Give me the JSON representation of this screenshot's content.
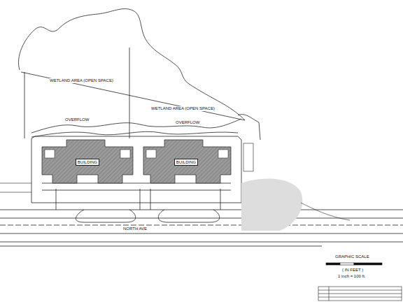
{
  "diagram": {
    "nodes": [
      {
        "text": [
          "BUILDING"
        ]
      },
      {
        "text": [
          "BUILDING"
        ]
      }
    ],
    "labels": [
      "WETLAND AREA (OPEN SPACE)",
      "WETLAND AREA (OPEN SPACE)",
      "OVERFLOW",
      "OVERFLOW",
      "NORTH AVE",
      "GRAPHIC SCALE",
      "( IN FEET )",
      "1 inch = 100 ft."
    ]
  }
}
